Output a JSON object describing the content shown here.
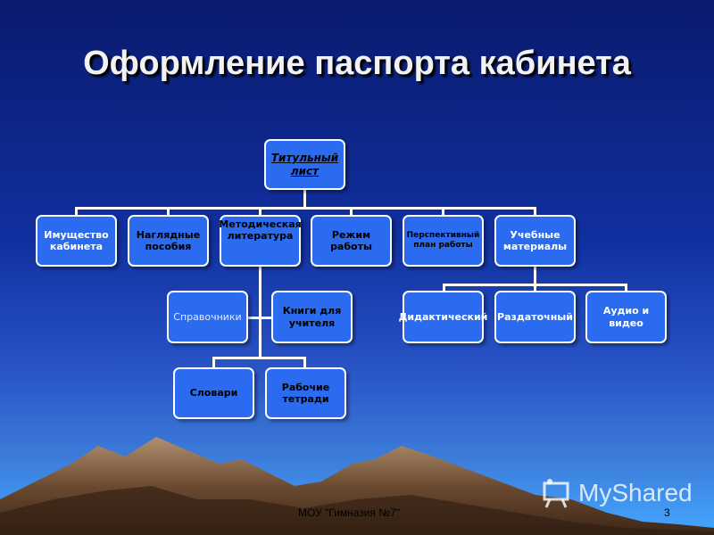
{
  "title": "Оформление паспорта кабинета",
  "diagram": {
    "root": "Титульный лист",
    "level1": [
      "Имущество кабинета",
      "Наглядные пособия",
      "Методическая литература",
      "Режим работы",
      "Перспективный план работы",
      "Учебные материалы"
    ],
    "methodical_children": [
      "Справочники",
      "Книги для учителя",
      "Словари",
      "Рабочие тетради"
    ],
    "materials_children": [
      "Дидактический",
      "Раздаточный",
      "Аудио и видео"
    ]
  },
  "footer": {
    "text": "МОУ \"Гимназия №7\"",
    "page_number": "3"
  },
  "watermark": {
    "text": "MyShared"
  }
}
